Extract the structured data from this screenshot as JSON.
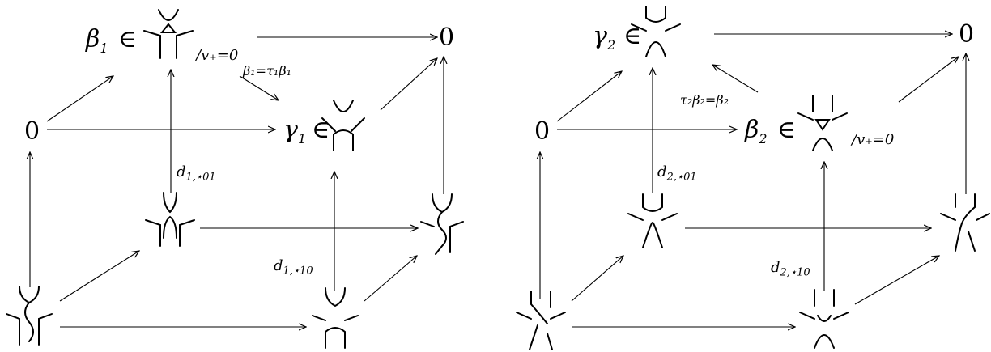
{
  "left": {
    "zero_top": "0",
    "zero_mid": "0",
    "beta_label": "β",
    "beta_sub": "1",
    "in_sym": "∈",
    "quotient": "/v₊=0",
    "gamma_label": "γ",
    "gamma_sub": "1",
    "edge_equation": "β₁=τ₁β₁",
    "d01": "d",
    "d01_sub": "1,⋆01",
    "d10": "d",
    "d10_sub": "1,⋆10"
  },
  "right": {
    "zero_top": "0",
    "zero_mid": "0",
    "gamma_label": "γ",
    "gamma_sub": "2",
    "in_sym": "∈",
    "beta_label": "β",
    "beta_sub": "2",
    "quotient": "/v₊=0",
    "edge_equation": "τ₂β₂=β₂",
    "d01": "d",
    "d01_sub": "2,⋆01",
    "d10": "d",
    "d10_sub": "2,⋆10"
  }
}
